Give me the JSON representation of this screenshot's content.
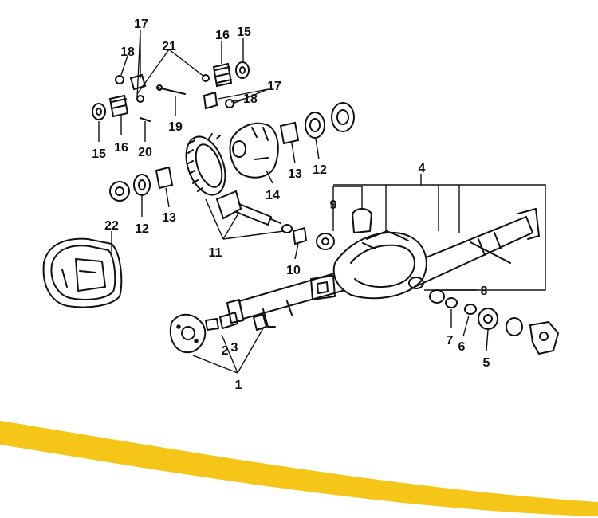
{
  "callouts": {
    "n1": "1",
    "n2": "2",
    "n3": "3",
    "n4": "4",
    "n5": "5",
    "n6": "6",
    "n7": "7",
    "n8": "8",
    "n9": "9",
    "n10": "10",
    "n11": "11",
    "n12a": "12",
    "n12b": "12",
    "n13a": "13",
    "n13b": "13",
    "n14": "14",
    "n15a": "15",
    "n15b": "15",
    "n16a": "16",
    "n16b": "16",
    "n17a": "17",
    "n17b": "17",
    "n18a": "18",
    "n18b": "18",
    "n19": "19",
    "n20": "20",
    "n21": "21",
    "n22": "22"
  },
  "colors": {
    "accent": "#F5C518",
    "ink": "#111111"
  }
}
